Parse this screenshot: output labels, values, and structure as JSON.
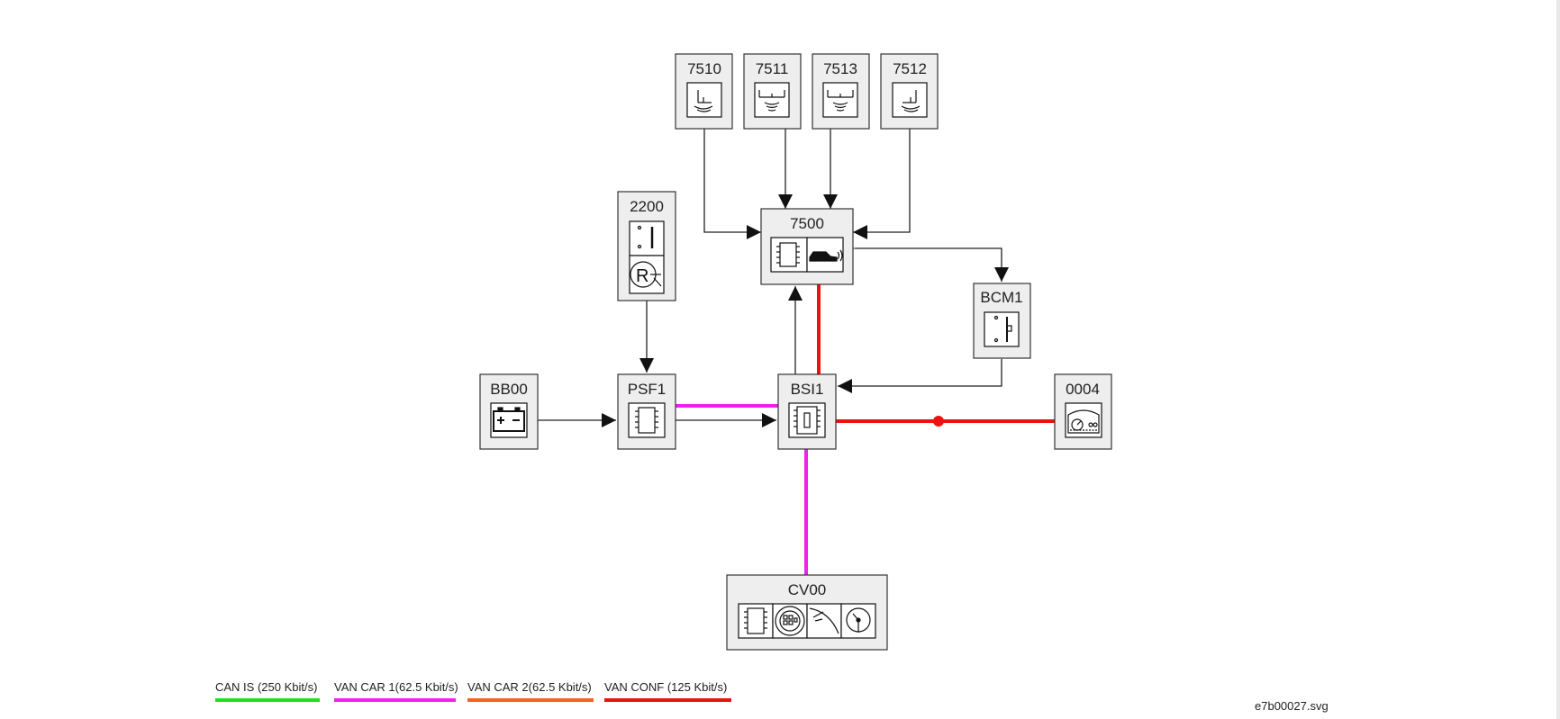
{
  "diagram": {
    "file_name": "e7b00027.svg",
    "nodes": {
      "n7510": {
        "label": "7510",
        "icon": "front-left-sensor-icon"
      },
      "n7511": {
        "label": "7511",
        "icon": "front-center-sensor-icon"
      },
      "n7513": {
        "label": "7513",
        "icon": "front-center-sensor-icon"
      },
      "n7512": {
        "label": "7512",
        "icon": "front-right-sensor-icon"
      },
      "n7500": {
        "label": "7500",
        "icon": "parking-assist-ecu-icon"
      },
      "n2200": {
        "label": "2200",
        "icon": "reverse-switch-icon"
      },
      "bcm1": {
        "label": "BCM1",
        "icon": "relay-switch-icon"
      },
      "bb00": {
        "label": "BB00",
        "icon": "battery-icon"
      },
      "psf1": {
        "label": "PSF1",
        "icon": "chip-icon"
      },
      "bsi1": {
        "label": "BSI1",
        "icon": "fuse-box-icon"
      },
      "n0004": {
        "label": "0004",
        "icon": "instrument-panel-icon"
      },
      "cv00": {
        "label": "CV00",
        "icon": "steering-switch-module-icon"
      }
    },
    "colors": {
      "can_is": "#22dd22",
      "van_car1": "#ee22ee",
      "van_car2": "#ee6622",
      "van_conf": "#ee1111",
      "wire": "#222222"
    },
    "legend": [
      {
        "label": "CAN IS (250 Kbit/s)",
        "color": "#22dd22"
      },
      {
        "label": "VAN CAR 1(62.5 Kbit/s)",
        "color": "#ee22ee"
      },
      {
        "label": "VAN CAR 2(62.5 Kbit/s)",
        "color": "#ee6622"
      },
      {
        "label": "VAN CONF (125 Kbit/s)",
        "color": "#ee1111"
      }
    ]
  }
}
